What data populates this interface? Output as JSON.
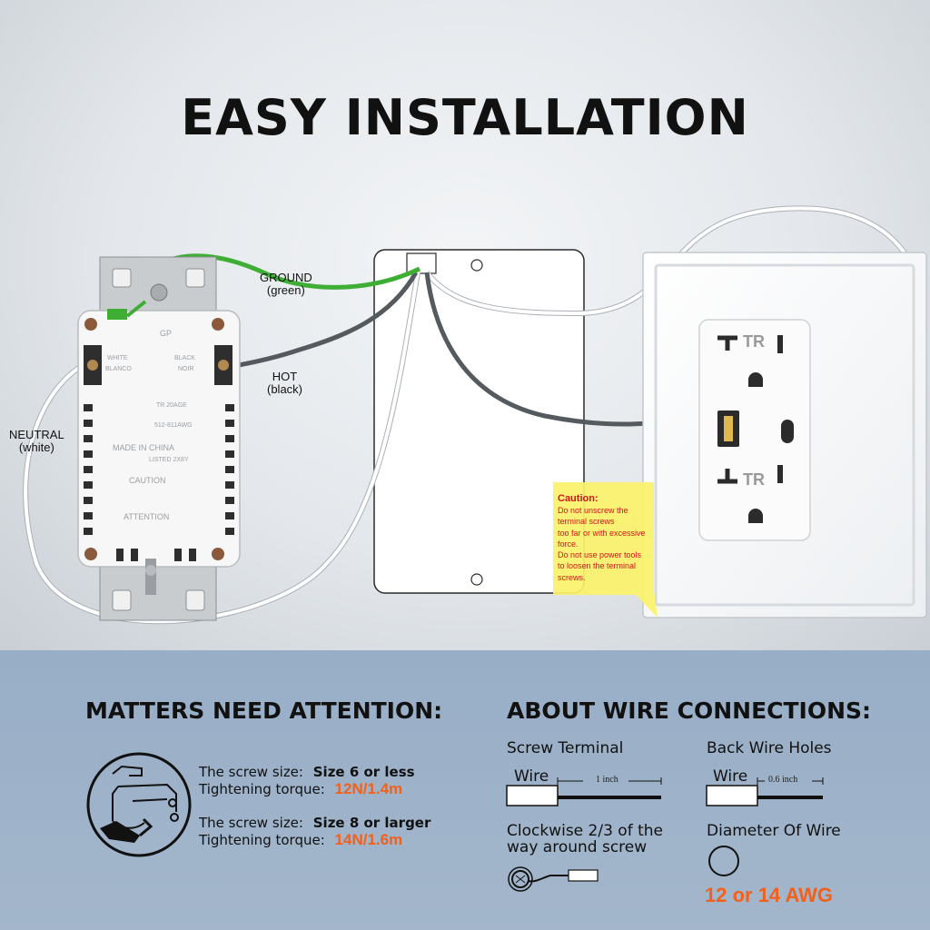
{
  "title": "EASY INSTALLATION",
  "labels": {
    "ground": "GROUND",
    "ground_sub": "(green)",
    "hot": "HOT",
    "hot_sub": "(black)",
    "neutral": "NEUTRAL",
    "neutral_sub": "(white)"
  },
  "receptacle_text": {
    "tr": "TR",
    "side_white": "WHITE",
    "side_blanco": "BLANCO",
    "side_black": "BLACK",
    "side_noir": "NOIR",
    "gp": "GP",
    "tr_line": "TR 20AGE",
    "rating": "512-811AWG",
    "made_in": "MADE IN CHINA",
    "listed": "LISTED 2X8Y",
    "caution": "CAUTION",
    "attention": "ATTENTION"
  },
  "caution_note": {
    "heading": "Caution:",
    "lines": [
      "Do not unscrew the",
      "terminal screws",
      "too far or with excessive",
      "force.",
      "Do not use power tools",
      "to loosen the terminal",
      "screws."
    ]
  },
  "attention": {
    "heading": "MATTERS NEED ATTENTION:",
    "row1_size_label": "The screw size:",
    "row1_size_value": "Size 6 or less",
    "row1_torque_label": "Tightening torque:",
    "row1_torque_value": "12N/1.4m",
    "row2_size_label": "The screw size:",
    "row2_size_value": "Size 8 or larger",
    "row2_torque_label": "Tightening torque:",
    "row2_torque_value": "14N/1.6m"
  },
  "wire": {
    "heading": "ABOUT WIRE CONNECTIONS:",
    "screw_terminal": "Screw Terminal",
    "back_wire_holes": "Back Wire Holes",
    "wire_label_1": "Wire",
    "wire_label_2": "Wire",
    "measure_1": "1 inch",
    "measure_2": "0.6 inch",
    "clockwise_1": "Clockwise  2/3 of the",
    "clockwise_2": "way around screw",
    "diameter": "Diameter Of Wire",
    "awg": "12 or 14 AWG"
  },
  "colors": {
    "ground_wire": "#3fae35",
    "hot_wire": "#555a5e",
    "neutral_wire": "#ffffff",
    "accent_orange": "#f2601b",
    "caution_red": "#d4141c",
    "note_yellow": "#fbf26a",
    "bottom_band": "#9db2c9"
  }
}
